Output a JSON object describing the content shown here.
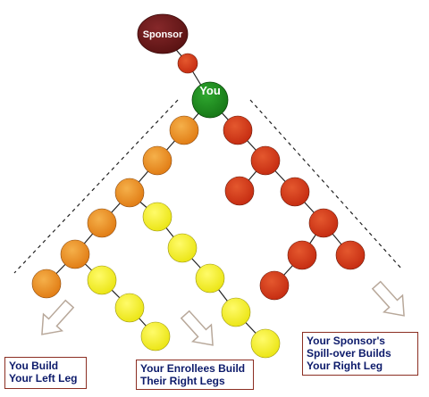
{
  "nodes": {
    "sponsor": "Sponsor",
    "you": "You"
  },
  "labels": {
    "left_leg": "You Build Your Left Leg",
    "enrollees": "Your Enrollees Build Their Right Legs",
    "spillover": "Your Sponsor's Spill-over Builds Your Right Leg"
  },
  "colors": {
    "sponsor": "#6b1a18",
    "connector": "#c4321c",
    "you": "#1f8a1f",
    "orange_start": "#e8962c",
    "orange_end": "#ee7f1a",
    "yellow": "#f4f21a",
    "red": "#cf3416",
    "label_text": "#0d1b6b",
    "label_border": "#8b2e22"
  }
}
